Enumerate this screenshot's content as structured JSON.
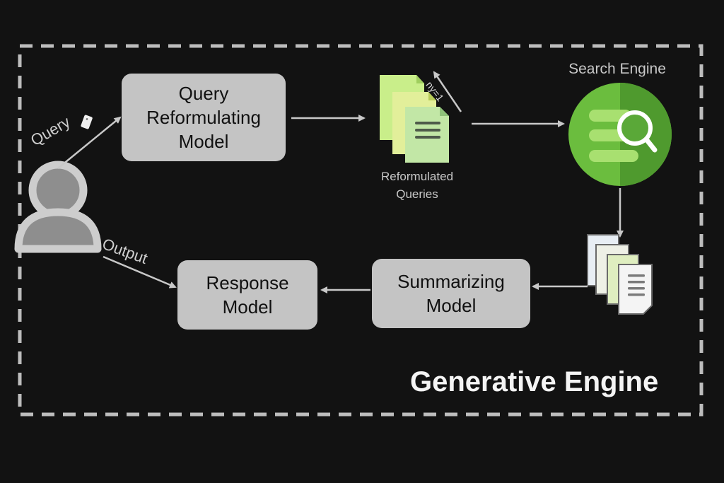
{
  "diagram": {
    "frame_title": "Generative Engine",
    "nodes": {
      "user": {
        "icon": "user-icon"
      },
      "query_reformulating_model": {
        "lines": [
          "Query",
          "Reformulating",
          "Model"
        ]
      },
      "reformulated_queries": {
        "icon": "documents-stack-icon",
        "lines": [
          "Reformulated",
          "Queries"
        ]
      },
      "search_engine": {
        "icon": "search-engine-icon",
        "label": "Search Engine"
      },
      "retrieved_documents": {
        "icon": "documents-stack-icon"
      },
      "summarizing_model": {
        "lines": [
          "Summarizing",
          "Model"
        ]
      },
      "response_model": {
        "lines": [
          "Response",
          "Model"
        ]
      }
    },
    "edges": [
      {
        "from": "user",
        "to": "query_reformulating_model",
        "label": "Query"
      },
      {
        "from": "query_reformulating_model",
        "to": "reformulated_queries",
        "label": ""
      },
      {
        "from": "reformulated_queries",
        "to": "reformulated_queries",
        "label": "ny=1"
      },
      {
        "from": "reformulated_queries",
        "to": "search_engine",
        "label": ""
      },
      {
        "from": "search_engine",
        "to": "retrieved_documents",
        "label": ""
      },
      {
        "from": "retrieved_documents",
        "to": "summarizing_model",
        "label": ""
      },
      {
        "from": "summarizing_model",
        "to": "response_model",
        "label": ""
      },
      {
        "from": "user",
        "to": "response_model",
        "label": "Output"
      }
    ],
    "colors": {
      "background": "#121212",
      "box": "#c4c4c4",
      "frame": "#bdbdbd",
      "search_green_light": "#6bbd3e",
      "search_green_dark": "#4f9a2e"
    }
  }
}
